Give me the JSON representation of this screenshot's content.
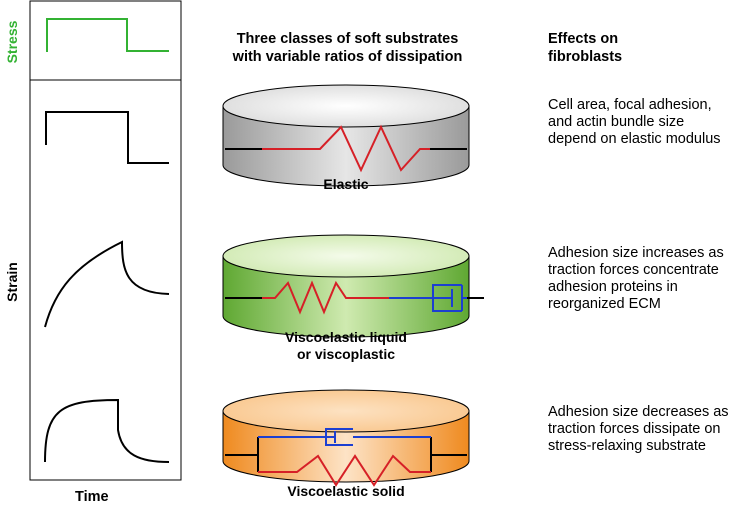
{
  "left_panel": {
    "stress_label": "Stress",
    "strain_label": "Strain",
    "time_label": "Time",
    "stress_color": "#33b233"
  },
  "middle_column": {
    "title_line1": "Three classes of soft substrates",
    "title_line2": "with variable ratios of dissipation",
    "substrates": [
      {
        "label": "Elastic",
        "color": "#bdbdbd"
      },
      {
        "label_line1": "Viscoelastic liquid",
        "label_line2": "or viscoplastic",
        "color": "#8cc63f"
      },
      {
        "label": "Viscoelastic solid",
        "color": "#f7931e"
      }
    ],
    "spring_color": "#d62027",
    "dashpot_color": "#1c3fd1"
  },
  "right_column": {
    "title_line1": "Effects on",
    "title_line2": "fibroblasts",
    "effects": [
      {
        "lines": [
          "Cell area, focal adhesion,",
          "and actin bundle size",
          "depend on elastic modulus"
        ]
      },
      {
        "lines": [
          "Adhesion size increases as",
          "traction forces concentrate",
          "adhesion proteins in",
          "reorganized ECM"
        ]
      },
      {
        "lines": [
          "Adhesion size decreases as",
          "traction forces dissipate on",
          "stress-relaxing substrate"
        ]
      }
    ]
  }
}
